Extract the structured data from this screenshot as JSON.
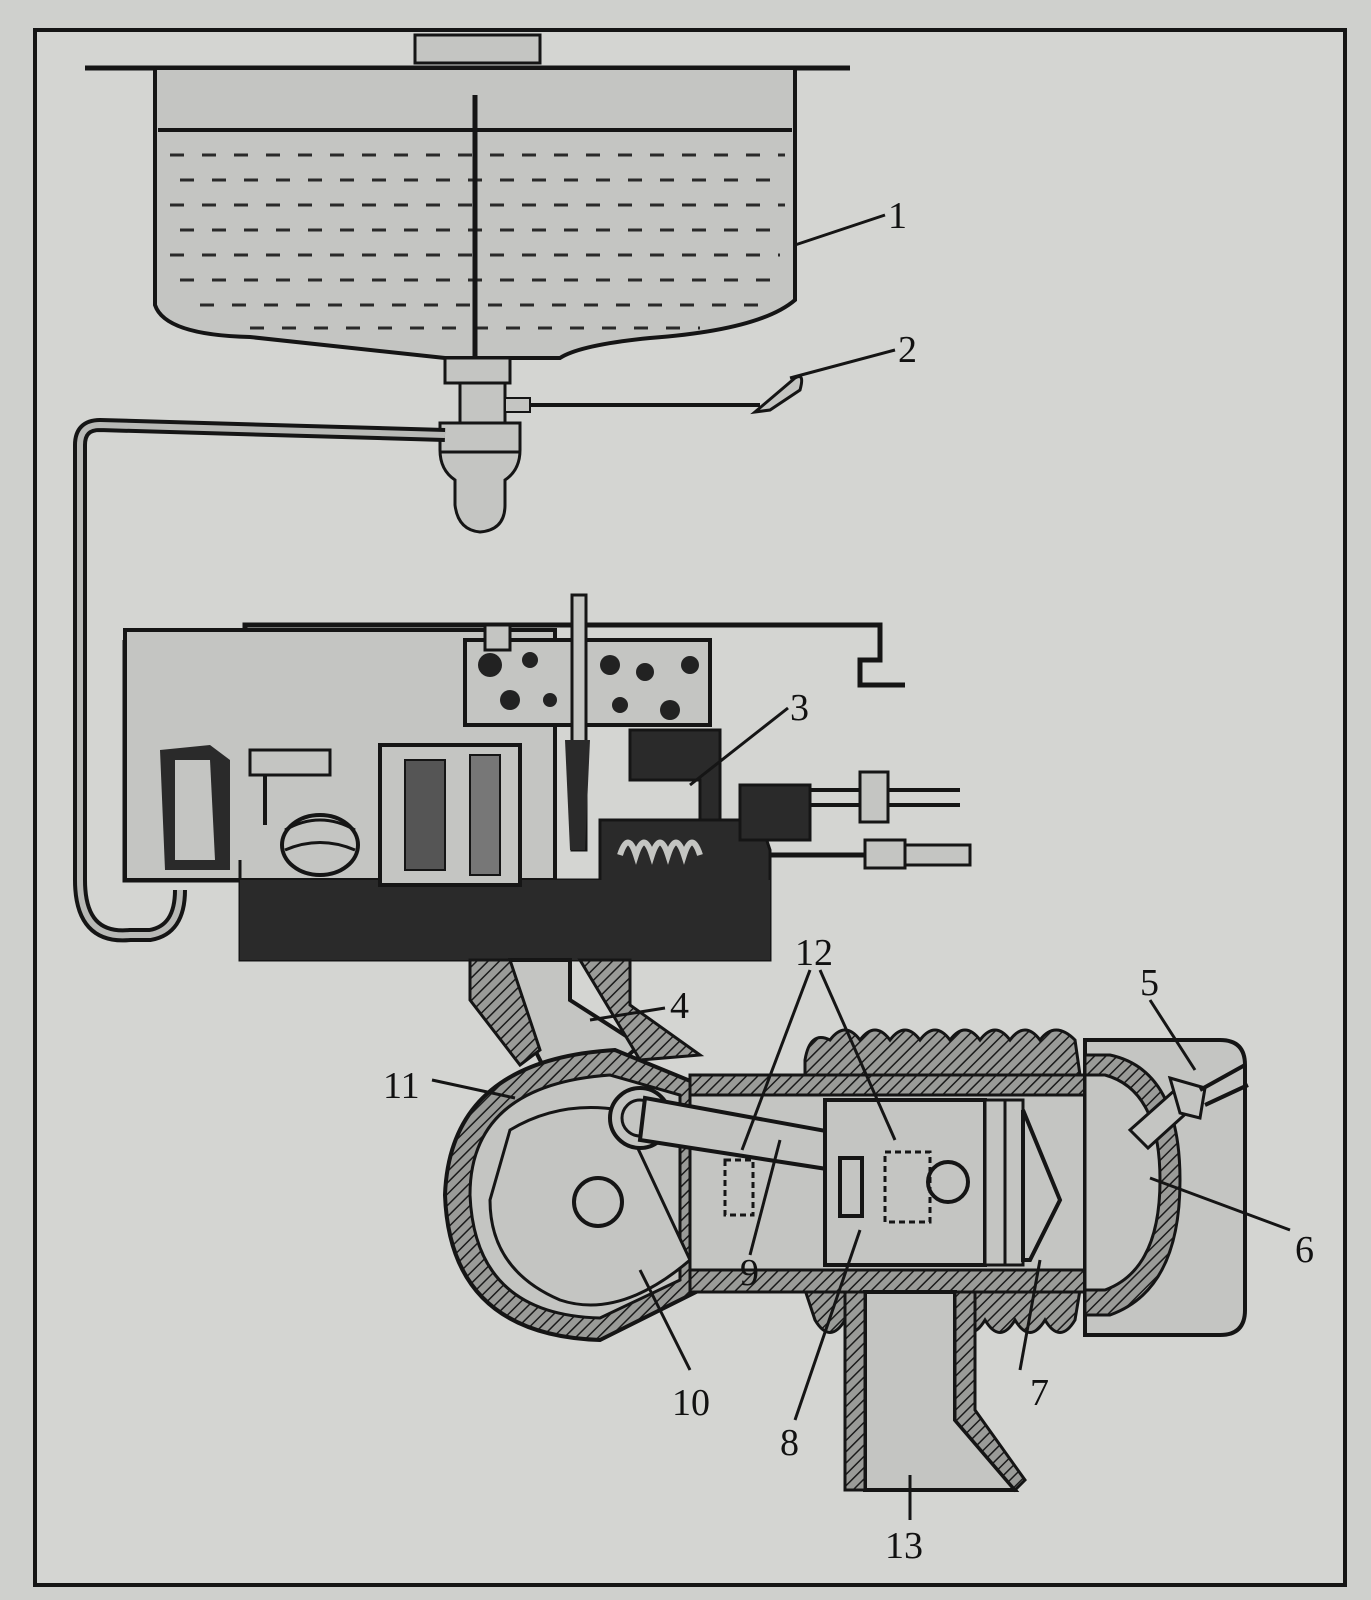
{
  "figure": {
    "labels": {
      "l1": "1",
      "l2": "2",
      "l3": "3",
      "l4": "4",
      "l5": "5",
      "l6": "6",
      "l7": "7",
      "l8": "8",
      "l9": "9",
      "l10": "10",
      "l11": "11",
      "l12": "12",
      "l13": "13"
    },
    "colors": {
      "paper": "#cfd0cd",
      "ink": "#151515",
      "fill_light": "#c4c5c2",
      "fill_dark": "#2a2a2a"
    }
  }
}
